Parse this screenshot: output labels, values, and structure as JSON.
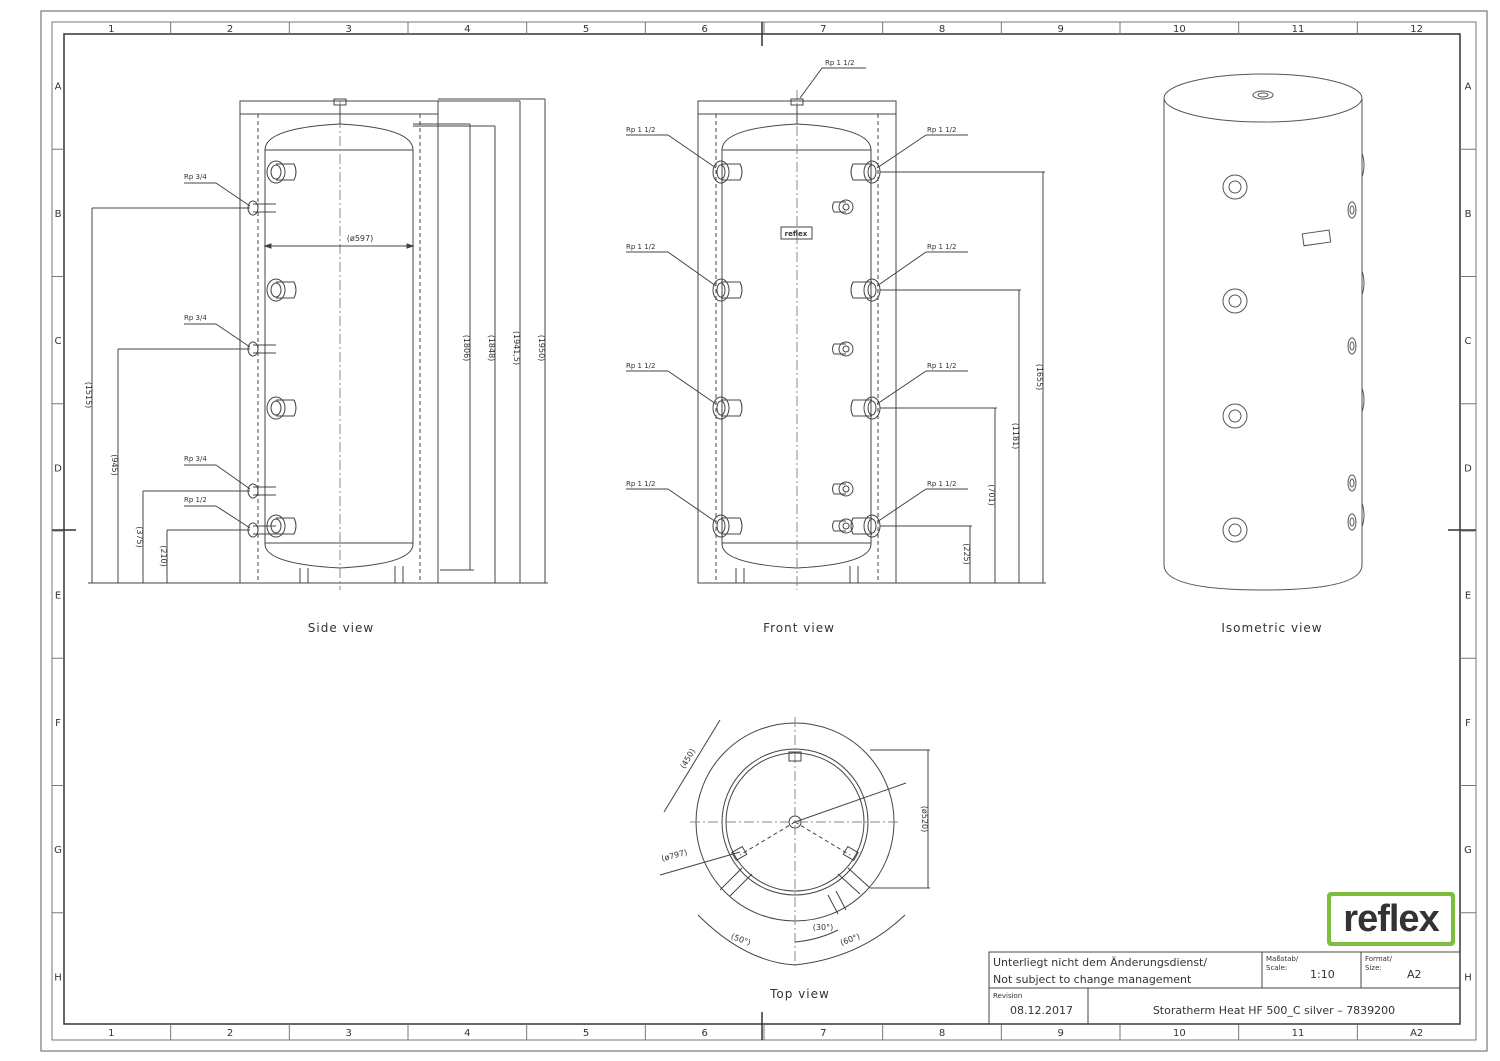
{
  "grid": {
    "col_labels": [
      "1",
      "2",
      "3",
      "4",
      "5",
      "6",
      "7",
      "8",
      "9",
      "10",
      "11",
      "12"
    ],
    "row_labels": [
      "A",
      "B",
      "C",
      "D",
      "E",
      "F",
      "G",
      "H"
    ],
    "corner_label": "A2"
  },
  "views": {
    "side": "Side view",
    "front": "Front view",
    "isometric": "Isometric view",
    "top": "Top view"
  },
  "side_view": {
    "connections": [
      "Rp 3/4",
      "Rp 3/4",
      "Rp 3/4",
      "Rp 1/2"
    ],
    "dims": {
      "diameter": "(ø597)",
      "h1515": "(1515)",
      "h945": "(945)",
      "h375": "(375)",
      "h210": "(210)",
      "h1806": "(1806)",
      "h1848": "(1848)",
      "h1941": "(1941,5)",
      "h1950": "(1950)"
    }
  },
  "front_view": {
    "top_connection": "Rp 1 1/2",
    "left_connections": [
      "Rp 1 1/2",
      "Rp 1 1/2",
      "Rp 1 1/2",
      "Rp 1 1/2"
    ],
    "right_connections": [
      "Rp 1 1/2",
      "Rp 1 1/2",
      "Rp 1 1/2",
      "Rp 1 1/2"
    ],
    "dims": {
      "h1655": "(1655)",
      "h1181": "(1181)",
      "h701": "(701)",
      "h225": "(225)"
    },
    "badge": "reflex"
  },
  "top_view": {
    "dims": {
      "r450": "(450)",
      "d520": "(ø520)",
      "d797": "(ø797)",
      "a30": "(30°)",
      "a60": "(60°)",
      "a50": "(50°)"
    }
  },
  "title_block": {
    "notice_de": "Unterliegt nicht dem Änderungsdienst/",
    "notice_en": "Not subject to change management",
    "scale_label": "Maßstab/",
    "scale_label2": "Scale:",
    "scale_value": "1:10",
    "format_label": "Format/",
    "format_label2": "Size:",
    "format_value": "A2",
    "revision_label": "Revision",
    "revision_date": "08.12.2017",
    "product": "Storatherm Heat HF 500_C silver – 7839200"
  },
  "logo": {
    "text": "reflex",
    "color": "#7cbf3a"
  }
}
